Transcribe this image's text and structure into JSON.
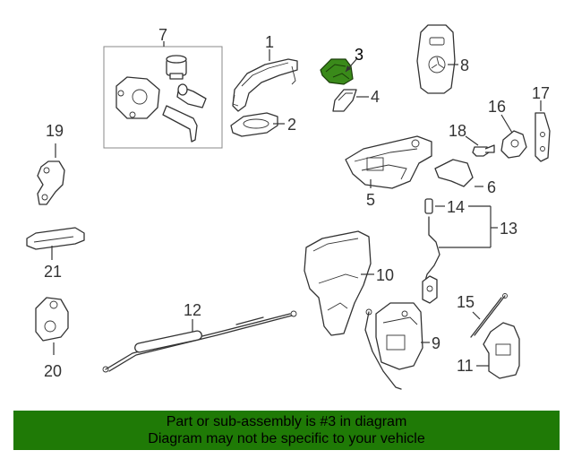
{
  "callouts": {
    "c1": "1",
    "c2": "2",
    "c3": "3",
    "c4": "4",
    "c5": "5",
    "c6": "6",
    "c7": "7",
    "c8": "8",
    "c9": "9",
    "c10": "10",
    "c11": "11",
    "c12": "12",
    "c13": "13",
    "c14": "14",
    "c15": "15",
    "c16": "16",
    "c17": "17",
    "c18": "18",
    "c19": "19",
    "c20": "20",
    "c21": "21"
  },
  "highlight": {
    "part": "3",
    "color": "#3a8a1a"
  },
  "banner": {
    "line1": "Part or sub-assembly is #3 in diagram",
    "line2": "Diagram may not be specific to your vehicle",
    "color": "#1f7a06"
  }
}
